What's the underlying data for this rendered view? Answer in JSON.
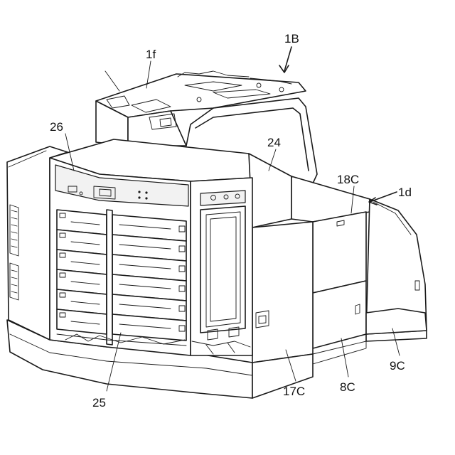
{
  "colors": {
    "line": "#1a1a1a",
    "background": "#ffffff"
  },
  "labels": {
    "l_1B": "1B",
    "l_1f": "1f",
    "l_26": "26",
    "l_24": "24",
    "l_18C": "18C",
    "l_1d": "1d",
    "l_25": "25",
    "l_17C": "17C",
    "l_8C": "8C",
    "l_9C": "9C"
  }
}
